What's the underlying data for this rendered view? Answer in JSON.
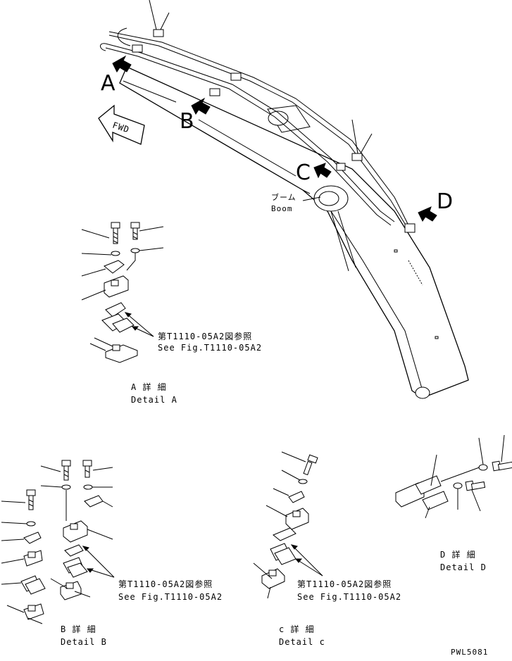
{
  "views": {
    "A": "A",
    "B": "B",
    "C": "C",
    "D": "D",
    "fwd": "FWD"
  },
  "boom": {
    "jp": "ブーム",
    "en": "Boom"
  },
  "refs": {
    "ref_jp": "第T1110-05A2図参照",
    "ref_en": "See Fig.T1110-05A2"
  },
  "details": {
    "a_jp": "A 詳 細",
    "a_en": "Detail A",
    "b_jp": "B 詳 細",
    "b_en": "Detail B",
    "c_jp": "c 詳 細",
    "c_en": "Detail c",
    "d_jp": "D 詳 細",
    "d_en": "Detail D"
  },
  "drawing_id": "PWL5081"
}
